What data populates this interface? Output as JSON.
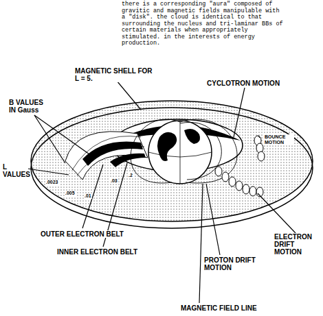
{
  "diagram": {
    "labels": [
      "there is a corresponding \"aura\" composed of gravitic and magnetic fields manipulable with a \"disk\". the cloud is identical to that surrounding the nucleus and tri-laminar BBs of certain materials when appropriately stimulated. in the interests of energy production.",
      "MAGNETIC SHELL FOR L = 5.",
      "CYCLOTRON MOTION",
      "B VALUES IN Gauss",
      "BOUNCE MOTION",
      "L VALUES",
      "OUTER ELECTRON BELT",
      "INNER ELECTRON BELT",
      "ELECTRON DRIFT MOTION",
      "PROTON DRIFT MOTION",
      "MAGNETIC FIELD LINE",
      ".0023",
      ".005",
      ".01",
      ".03",
      ".2"
    ]
  }
}
